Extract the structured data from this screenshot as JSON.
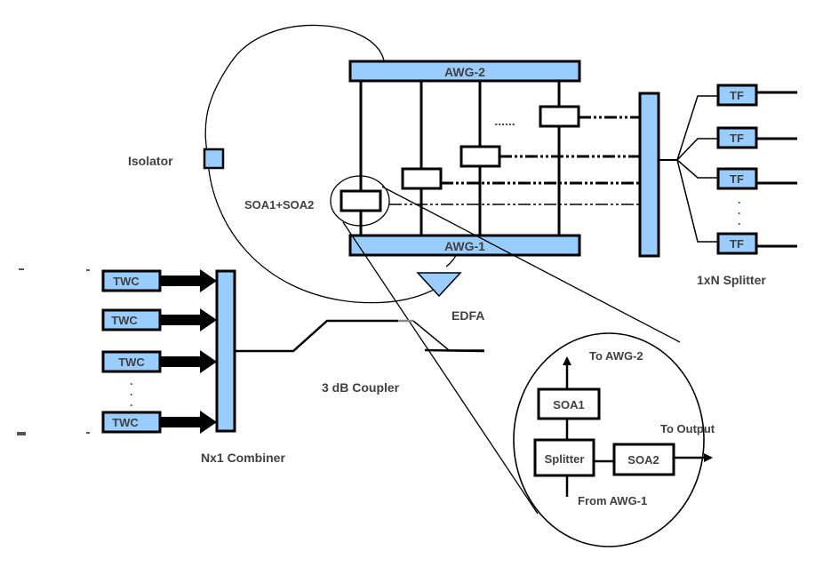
{
  "colors": {
    "component_fill": "#99ccff",
    "stroke": "#000000",
    "label_text": "#404040",
    "background": "#ffffff"
  },
  "labels": {
    "awg2": "AWG-2",
    "awg1": "AWG-1",
    "isolator": "Isolator",
    "soa_pair": "SOA1+SOA2",
    "edfa": "EDFA",
    "coupler": "3 dB Coupler",
    "combiner": "Nx1 Combiner",
    "splitter_1xn": "1xN Splitter",
    "ellipsis_h": "......",
    "vdots": "·\n·\n·"
  },
  "twc_blocks": [
    {
      "label": "TWC"
    },
    {
      "label": "TWC"
    },
    {
      "label": "TWC"
    },
    {
      "label": "TWC"
    }
  ],
  "tf_blocks": [
    {
      "label": "TF"
    },
    {
      "label": "TF"
    },
    {
      "label": "TF"
    },
    {
      "label": "TF"
    }
  ],
  "inset": {
    "soa1": "SOA1",
    "soa2": "SOA2",
    "splitter": "Splitter",
    "to_awg2": "To AWG-2",
    "to_output": "To Output",
    "from_awg1": "From AWG-1"
  }
}
